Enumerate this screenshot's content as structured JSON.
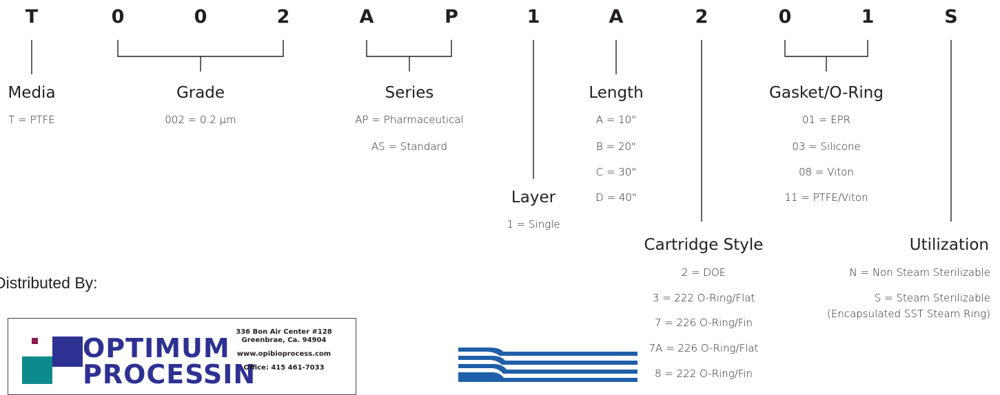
{
  "code_characters": [
    "T",
    "0",
    "0",
    "2",
    "A",
    "P",
    "1",
    "A",
    "2",
    "0",
    "1",
    "S"
  ],
  "segments": {
    "media": {
      "title": "Media",
      "options": [
        "T = PTFE"
      ]
    },
    "grade": {
      "title": "Grade",
      "options": [
        "002 = 0.2 µm"
      ]
    },
    "series": {
      "title": "Series",
      "options": [
        "AP = Pharmaceutical",
        "AS = Standard"
      ]
    },
    "layer": {
      "title": "Layer",
      "options": [
        "1 = Single"
      ]
    },
    "length": {
      "title": "Length",
      "options": [
        "A = 10\"",
        "B = 20\"",
        "C = 30\"",
        "D = 40\""
      ]
    },
    "cartridge_style": {
      "title": "Cartridge Style",
      "options": [
        "2 = DOE",
        "3 = 222 O-Ring/Flat",
        "7 = 226 O-Ring/Fin",
        "7A = 226 O-Ring/Flat",
        "8 = 222 O-Ring/Fin"
      ]
    },
    "gasket": {
      "title": "Gasket/O-Ring",
      "options": [
        "01 = EPR",
        "03 = Silicone",
        "08 = Viton",
        "11 = PTFE/Viton"
      ]
    },
    "utilization": {
      "title": "Utilization",
      "options": [
        "N = Non Steam Sterilizable",
        "S = Steam Sterilizable",
        "(Encapsulated SST Steam Ring)"
      ]
    }
  },
  "distributor": {
    "heading": "Distributed By:",
    "logo_text": "OPTIMUM PROCESSING",
    "address_line1": "336 Bon Air Center #128",
    "address_line2": "Greenbrae, Ca. 94904",
    "website": "www.opibioprocess.com",
    "office": "Office: 415 461-7033"
  },
  "colors": {
    "text": "#231f20",
    "logo_blue": "#2e3192",
    "logo_teal": "#0f8a8c",
    "logo_maroon": "#8b1d4f",
    "stripe_blue": "#1f5fa8"
  }
}
